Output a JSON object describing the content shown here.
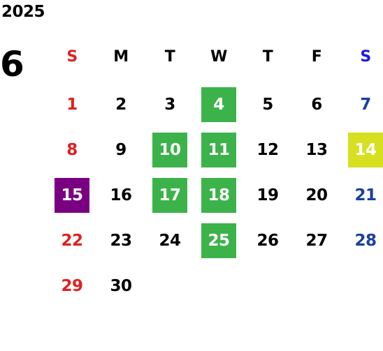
{
  "year": "2025",
  "month": "6",
  "weekdays": [
    "S",
    "M",
    "T",
    "W",
    "T",
    "F",
    "S"
  ],
  "colors": {
    "sunday": "#e02020",
    "saturday": "#1a3fa0",
    "saturday_header": "#1a1ae0",
    "green_highlight": "#3cb34a",
    "yellow_highlight": "#d6e020",
    "purple_highlight": "#7a0082"
  },
  "weeks": [
    [
      "1",
      "2",
      "3",
      "4",
      "5",
      "6",
      "7"
    ],
    [
      "8",
      "9",
      "10",
      "11",
      "12",
      "13",
      "14"
    ],
    [
      "15",
      "16",
      "17",
      "18",
      "19",
      "20",
      "21"
    ],
    [
      "22",
      "23",
      "24",
      "25",
      "26",
      "27",
      "28"
    ],
    [
      "29",
      "30",
      "",
      "",
      "",
      "",
      ""
    ]
  ],
  "highlights": {
    "4": "green",
    "10": "green",
    "11": "green",
    "14": "yellow",
    "15": "purple",
    "17": "green",
    "18": "green",
    "25": "green"
  }
}
